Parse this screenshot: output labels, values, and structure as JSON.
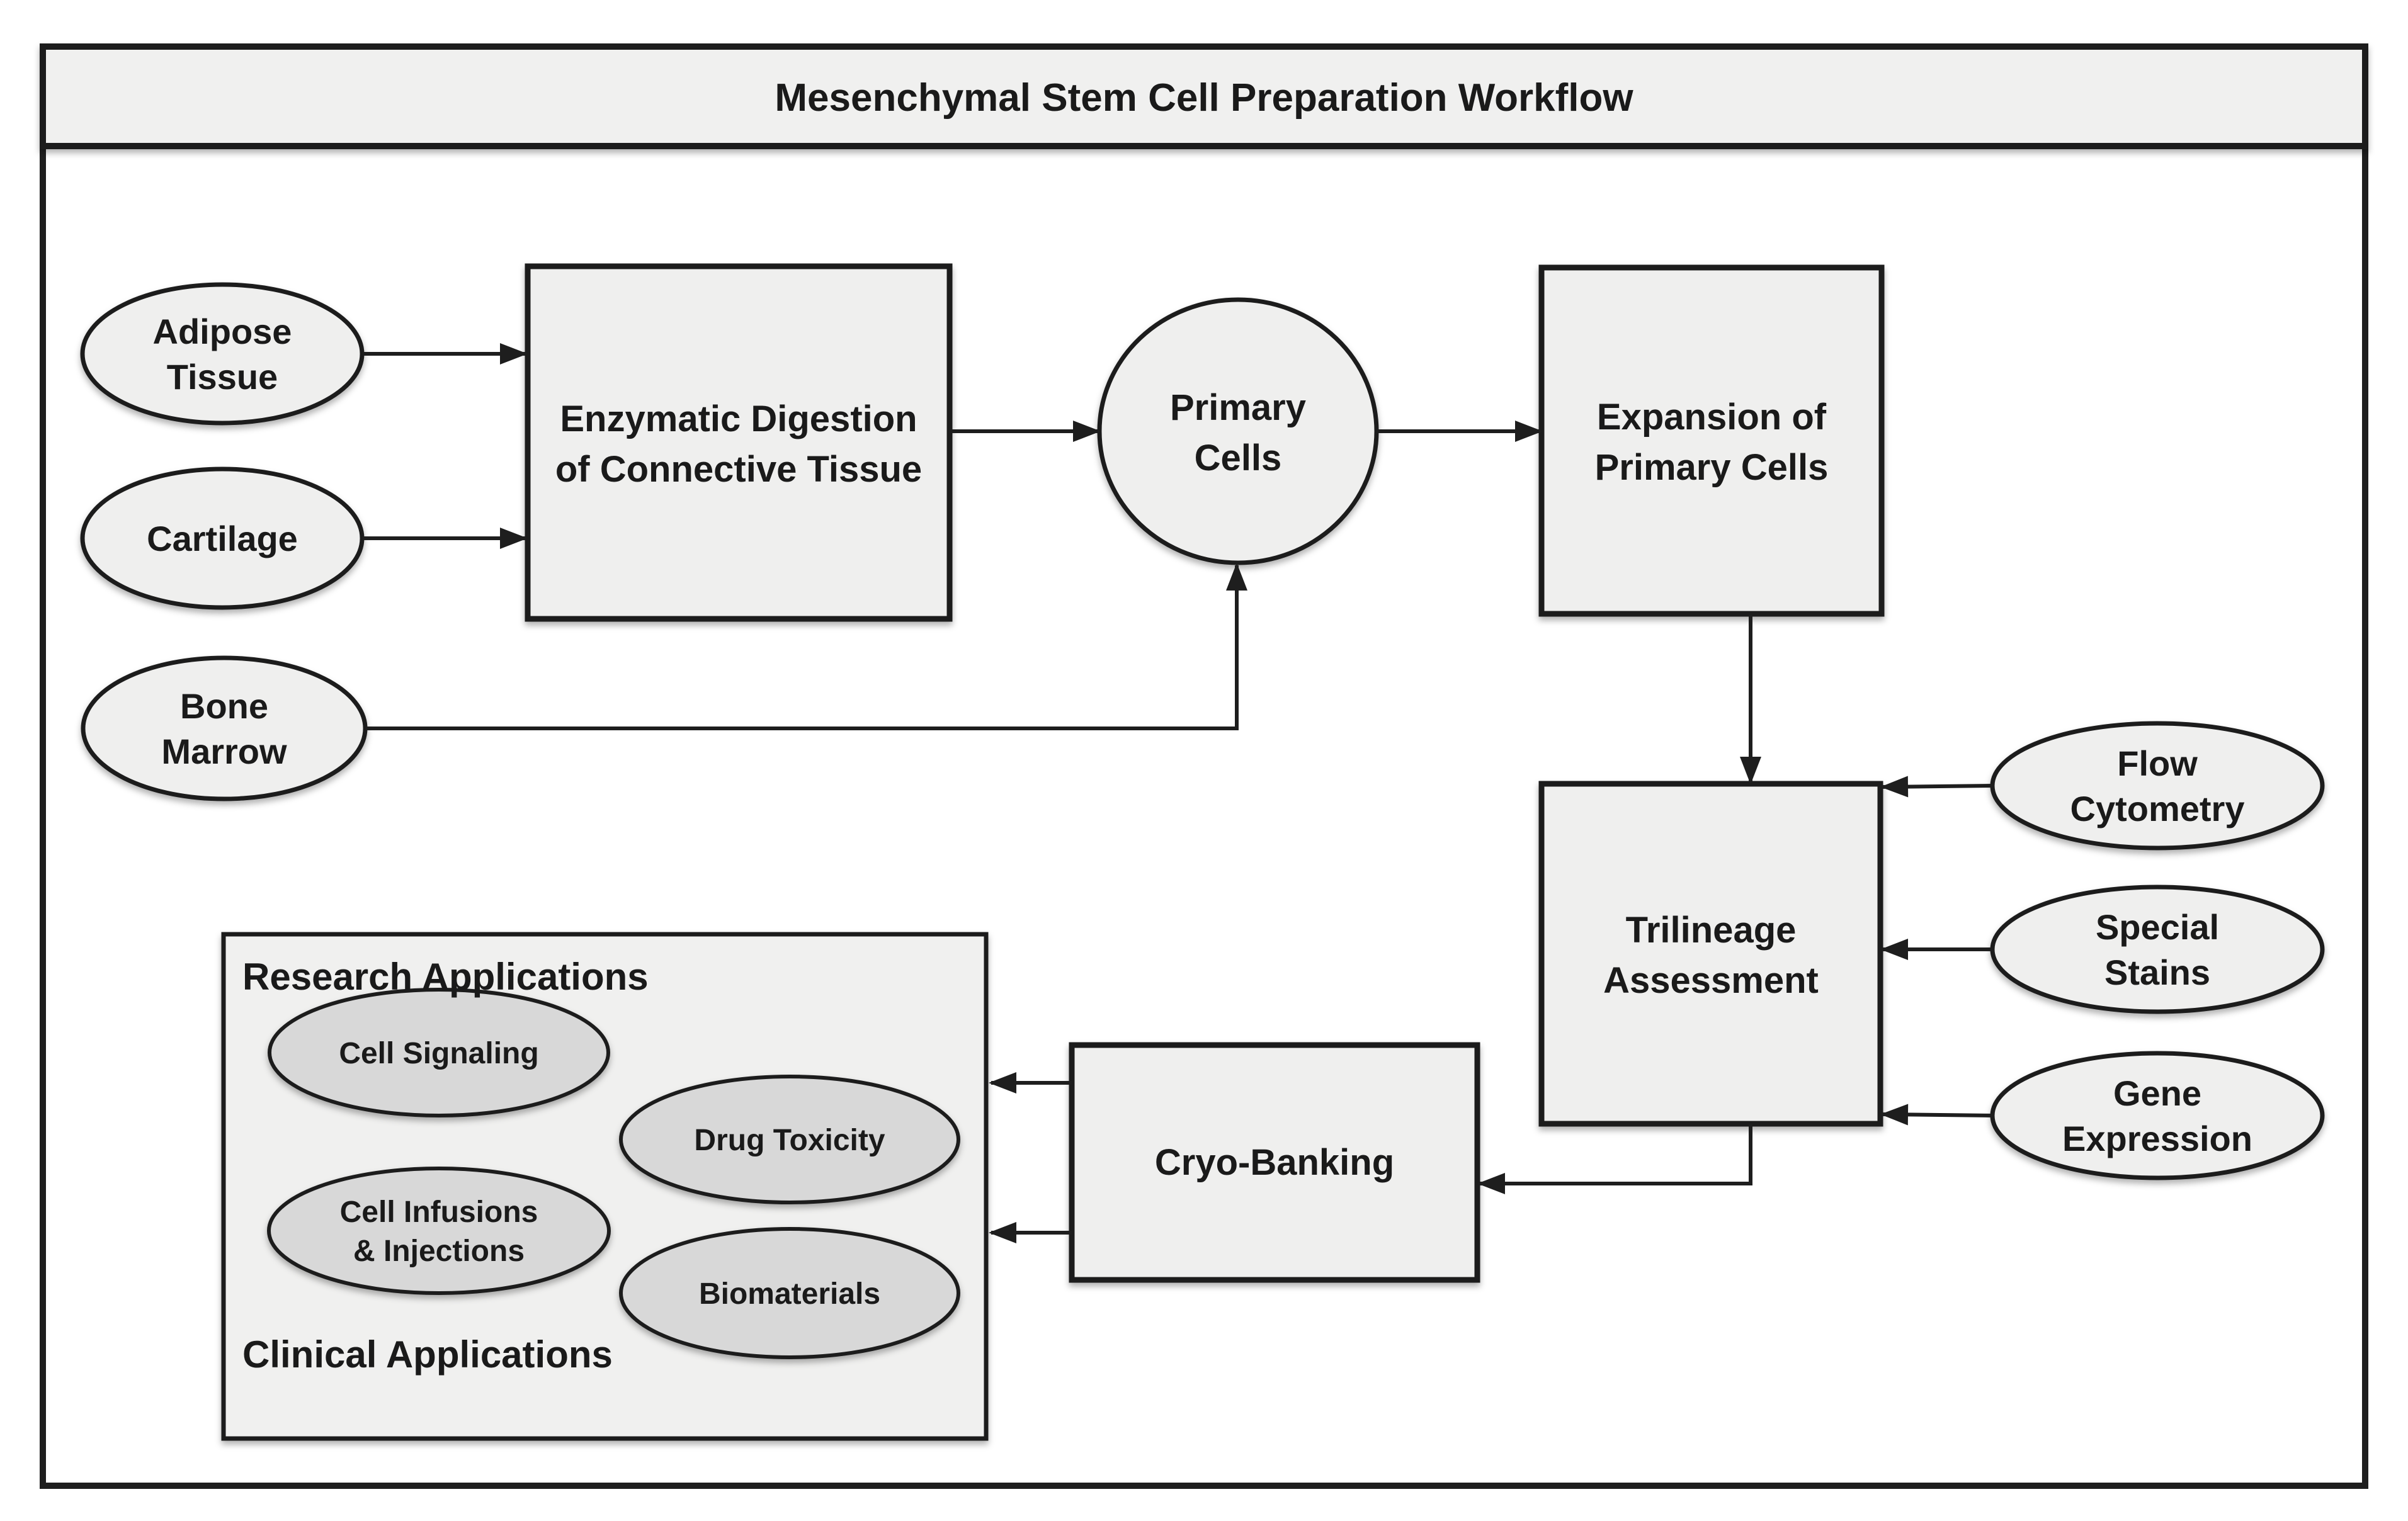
{
  "title_bar": {
    "title": "Mesenchymal Stem Cell Preparation Workflow"
  },
  "colors": {
    "background": "#ffffff",
    "stroke": "#1e1e1e",
    "title_band_fill": "#f0f0ef",
    "node_fill": "#efefee",
    "panel_fill": "#f0f0ef",
    "inner_oval_fill": "#d8d8d8",
    "text": "#1a1a1a"
  },
  "nodes": {
    "adipose": {
      "line1": "Adipose",
      "line2": "Tissue"
    },
    "cartilage": {
      "label": "Cartilage"
    },
    "bone_marrow": {
      "line1": "Bone",
      "line2": "Marrow"
    },
    "enzymatic_digestion": {
      "line1": "Enzymatic Digestion",
      "line2": "of Connective Tissue"
    },
    "primary_cells": {
      "line1": "Primary",
      "line2": "Cells"
    },
    "expansion": {
      "line1": "Expansion of",
      "line2": "Primary Cells"
    },
    "trilineage": {
      "line1": "Trilineage",
      "line2": "Assessment"
    },
    "flow_cytometry": {
      "line1": "Flow",
      "line2": "Cytometry"
    },
    "special_stains": {
      "line1": "Special",
      "line2": "Stains"
    },
    "gene_expression": {
      "line1": "Gene",
      "line2": "Expression"
    },
    "cryo_banking": {
      "label": "Cryo-Banking"
    }
  },
  "applications_panel": {
    "research_header": "Research Applications",
    "clinical_header": "Clinical Applications",
    "items": {
      "cell_signaling": {
        "label": "Cell Signaling"
      },
      "drug_toxicity": {
        "label": "Drug Toxicity"
      },
      "cell_infusions": {
        "line1": "Cell Infusions",
        "line2": "& Injections"
      },
      "biomaterials": {
        "label": "Biomaterials"
      }
    }
  }
}
